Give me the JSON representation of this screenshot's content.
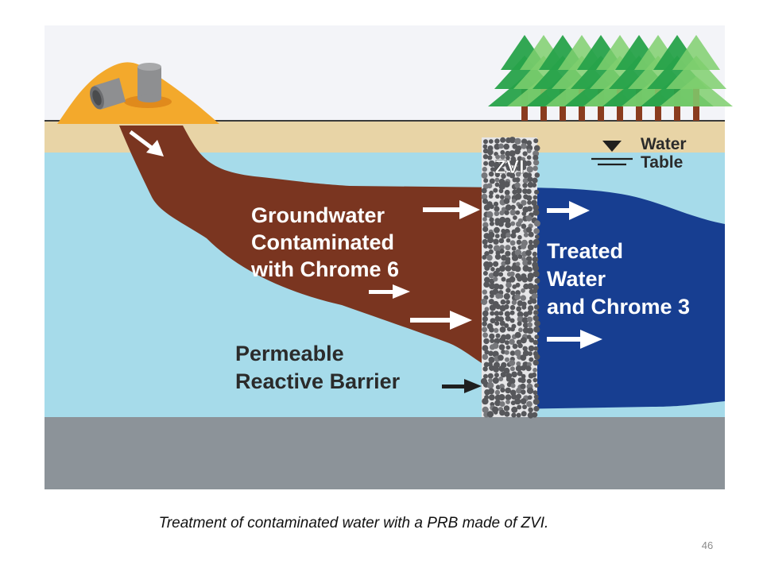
{
  "diagram": {
    "labels": {
      "water_table_line1": "Water",
      "water_table_line2": "Table",
      "zvi": "ZVI",
      "contaminated_line1": "Groundwater",
      "contaminated_line2": "Contaminated",
      "contaminated_line3": "with Chrome 6",
      "treated_line1": "Treated",
      "treated_line2": "Water",
      "treated_line3": "and Chrome 3",
      "barrier_line1": "Permeable",
      "barrier_line2": "Reactive Barrier"
    },
    "colors": {
      "sky": "#f3f4f8",
      "soil": "#e8d4a6",
      "groundwater": "#a6dbea",
      "bedrock": "#8c9399",
      "contaminated_plume": "#7a3520",
      "treated_plume": "#173e91",
      "waste_pile": "#f3a92c",
      "barrier_gravel": "#56575b",
      "tree_dark": "#27a24a",
      "tree_light": "#7fcf6e",
      "trunk": "#8a3c1f"
    },
    "icons": [
      "barrel-icon",
      "pipe-icon",
      "tree-icon",
      "water-table-icon",
      "arrow-icon"
    ]
  },
  "caption": "Treatment of contaminated water with a PRB made of ZVI.",
  "slide_number": "46"
}
